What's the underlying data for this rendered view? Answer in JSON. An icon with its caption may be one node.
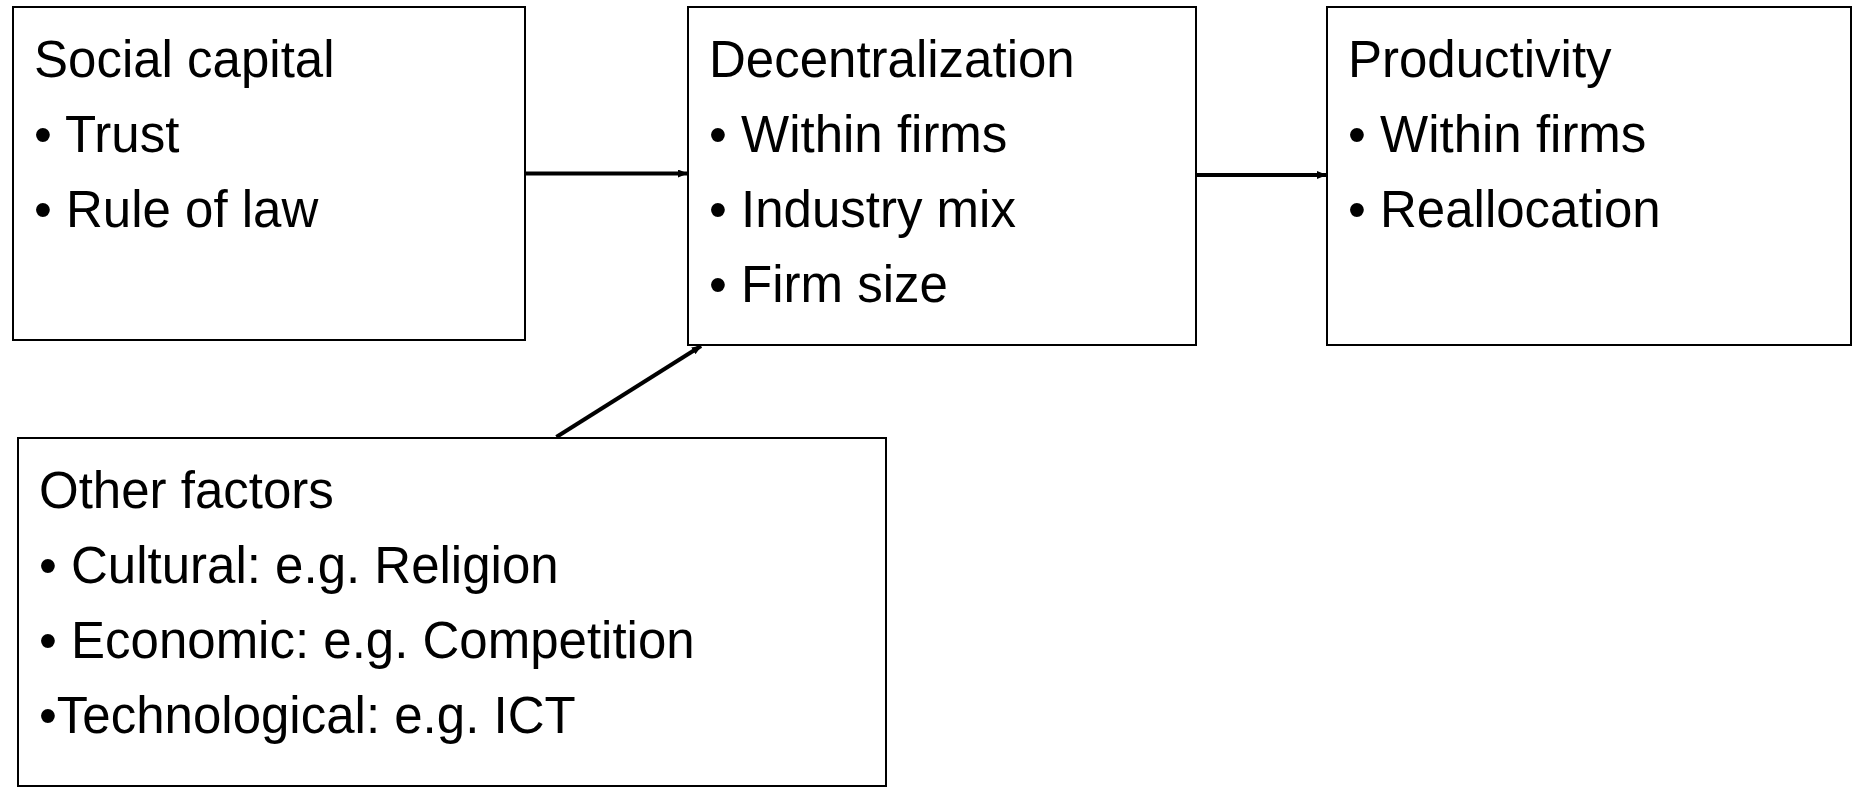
{
  "diagram": {
    "nodes": [
      {
        "text": [
          "Social capital",
          "• Trust",
          "• Rule of law"
        ]
      },
      {
        "text": [
          "Decentralization",
          "• Within firms",
          "• Industry mix",
          "• Firm size"
        ]
      },
      {
        "text": [
          "Productivity",
          "• Within firms",
          "• Reallocation"
        ]
      },
      {
        "text": [
          "Other factors",
          "• Cultural: e.g. Religion",
          "• Economic: e.g. Competition",
          "•Technological: e.g. ICT"
        ]
      }
    ],
    "edges": [
      {
        "from": 0,
        "to": 1,
        "arrow": "to"
      },
      {
        "from": 1,
        "to": 2,
        "arrow": "to"
      },
      {
        "from": 3,
        "to": 1,
        "arrow": "to"
      }
    ]
  }
}
